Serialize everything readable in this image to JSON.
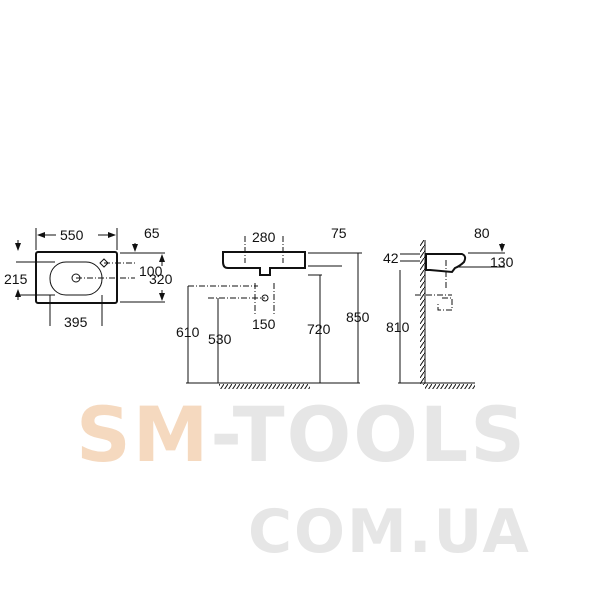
{
  "drawing": {
    "top_view": {
      "width": "550",
      "tap_offset": "65",
      "depth_to_drain": "215",
      "tap_to_drain": "100",
      "depth": "320",
      "bowl_width": "395"
    },
    "front_view": {
      "tap_spacing": "280",
      "rim_thickness": "75",
      "supply_spacing": "150",
      "supply_height_1": "610",
      "waste_height": "530",
      "bottom_height": "720",
      "rim_height": "850"
    },
    "side_view": {
      "rim_depth": "42",
      "overflow_offset": "80",
      "drain_depth": "130",
      "drain_height": "810"
    }
  },
  "watermark": {
    "line1_accent": "SM",
    "line1_rest": "-TOOLS",
    "line2": "COM.UA",
    "accent_color": "#f5d9bf",
    "gray_color": "#e6e6e6"
  }
}
